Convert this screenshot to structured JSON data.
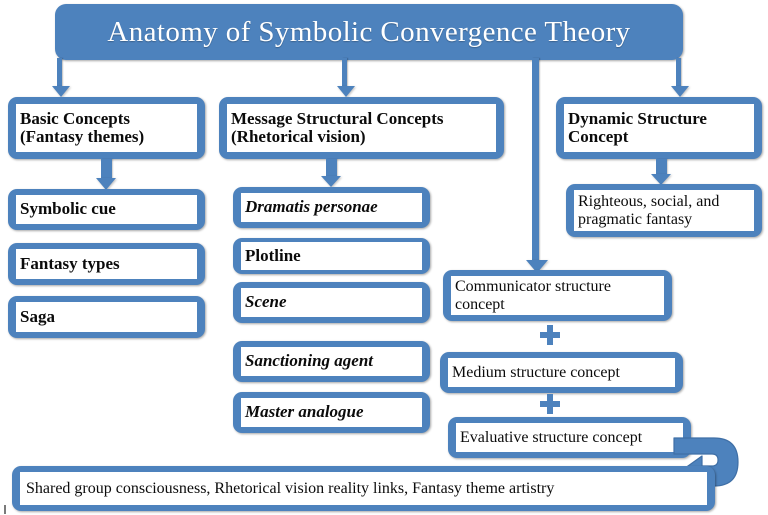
{
  "diagram": {
    "title": "Anatomy of Symbolic Convergence Theory",
    "accent_color": "#4d82bd",
    "plate_color": "#ffffff",
    "text_color": "#0b0b0b",
    "title_text_color": "#ffffff"
  },
  "columns": {
    "left": {
      "header": "Basic Concepts\n(Fantasy themes)",
      "items": [
        {
          "label": "Symbolic cue"
        },
        {
          "label": "Fantasy types"
        },
        {
          "label": "Saga"
        }
      ]
    },
    "middle": {
      "header": "Message Structural Concepts\n(Rhetorical vision)",
      "items": [
        {
          "label": "Dramatis personae",
          "style": "bold-italic"
        },
        {
          "label": "Plotline",
          "style": "bold"
        },
        {
          "label": "Scene",
          "style": "bold-italic"
        },
        {
          "label": "Sanctioning agent",
          "style": "bold-italic"
        },
        {
          "label": "Master analogue",
          "style": "bold-italic"
        }
      ]
    },
    "right": {
      "header": "Dynamic Structure\nConcept",
      "items": [
        {
          "label": "Righteous, social, and\npragmatic fantasy"
        }
      ]
    }
  },
  "structure_chain": {
    "items": [
      {
        "label": "Communicator structure\nconcept"
      },
      {
        "label": "Medium structure concept"
      },
      {
        "label": "Evaluative structure concept"
      }
    ],
    "operator": "+"
  },
  "outcome": {
    "label": "Shared group consciousness, Rhetorical vision reality links, Fantasy theme artistry"
  }
}
